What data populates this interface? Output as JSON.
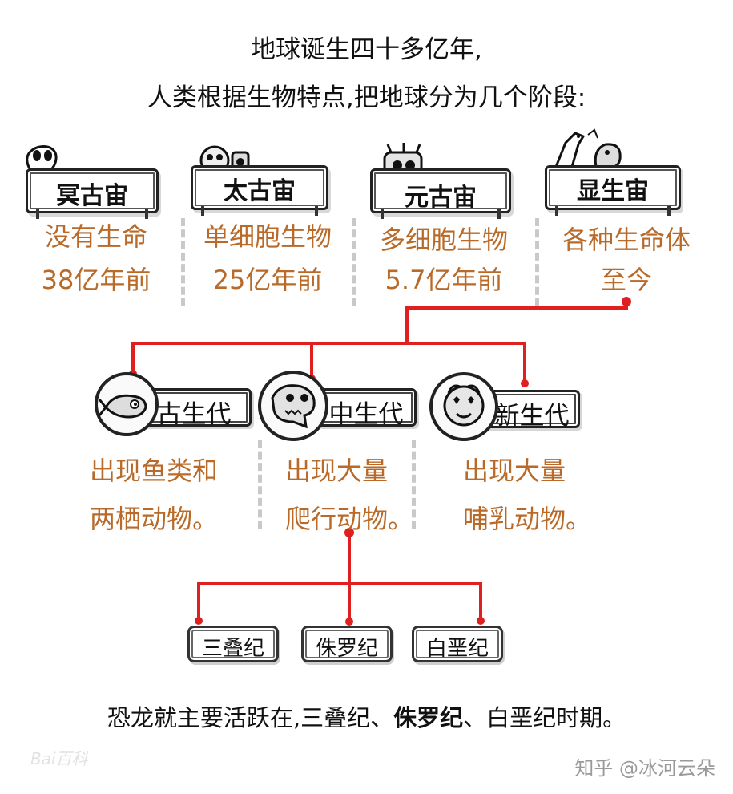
{
  "header": {
    "line1": "地球诞生四十多亿年,",
    "line2": "人类根据生物特点,把地球分为几个阶段:"
  },
  "eons": [
    {
      "name": "冥古宙",
      "desc1": "没有生命",
      "desc2": "38亿年前",
      "icon": "ghost-icon"
    },
    {
      "name": "太古宙",
      "desc1": "单细胞生物",
      "desc2": "25亿年前",
      "icon": "germ-icon"
    },
    {
      "name": "元古宙",
      "desc1": "多细胞生物",
      "desc2": "5.7亿年前",
      "icon": "organism-icon"
    },
    {
      "name": "显生宙",
      "desc1": "各种生命体",
      "desc2": "至今",
      "icon": "creatures-icon"
    }
  ],
  "eras": [
    {
      "name": "古生代",
      "desc1": "出现鱼类和",
      "desc2": "两栖动物。",
      "icon": "fish-icon"
    },
    {
      "name": "中生代",
      "desc1": "出现大量",
      "desc2": "爬行动物。",
      "icon": "dinosaur-icon"
    },
    {
      "name": "新生代",
      "desc1": "出现大量",
      "desc2": "哺乳动物。",
      "icon": "monkey-icon"
    }
  ],
  "periods": [
    {
      "name": "三叠纪"
    },
    {
      "name": "侏罗纪"
    },
    {
      "name": "白垩纪"
    }
  ],
  "footer": {
    "part1": "恐龙就主要活跃在,三叠纪、",
    "bold": "侏罗纪",
    "part2": "、白垩纪时期。"
  },
  "watermarks": {
    "left": "Bai百科",
    "right": "知乎 @冰河云朵"
  },
  "colors": {
    "connector": "#e02020",
    "description": "#b96a28",
    "divider": "#c9c9c9"
  }
}
